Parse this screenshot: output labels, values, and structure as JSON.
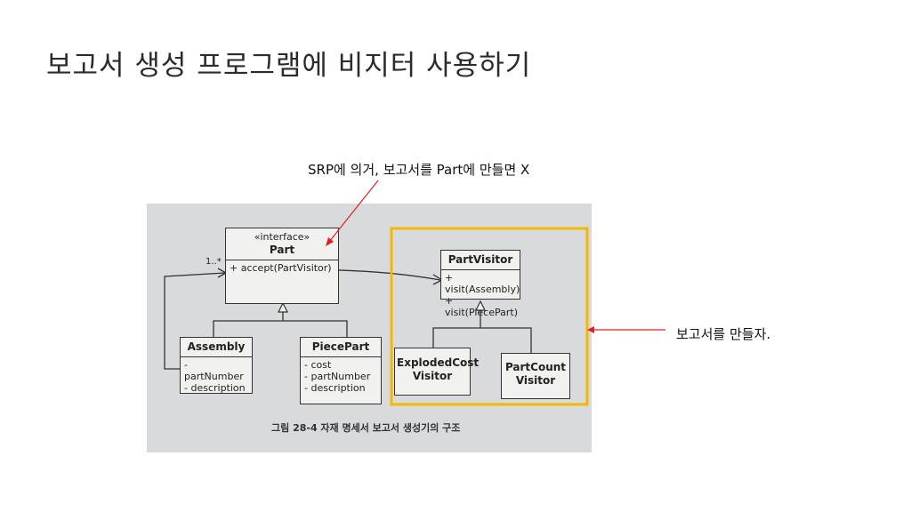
{
  "title": "보고서 생성 프로그램에 비지터 사용하기",
  "annotation_top": "SRP에 의거, 보고서를 Part에 만들면 X",
  "annotation_right": "보고서를 만들자.",
  "diagram": {
    "multiplicity": "1..*",
    "part": {
      "stereotype": "«interface»",
      "name": "Part",
      "method": "+ accept(PartVisitor)"
    },
    "assembly": {
      "name": "Assembly",
      "fields": [
        "- partNumber",
        "- description"
      ]
    },
    "piecepart": {
      "name": "PiecePart",
      "fields": [
        "- cost",
        "- partNumber",
        "- description"
      ]
    },
    "visitor": {
      "name": "PartVisitor",
      "methods": [
        "+ visit(Assembly)",
        "+ visit(PiecePart)"
      ]
    },
    "exploded": {
      "name": "ExplodedCost Visitor"
    },
    "partcount": {
      "name": "PartCount Visitor"
    },
    "caption": "그림 28-4  자재 명세서 보고서 생성기의 구조"
  },
  "colors": {
    "highlight": "#f5b800",
    "arrow": "#e02020"
  }
}
